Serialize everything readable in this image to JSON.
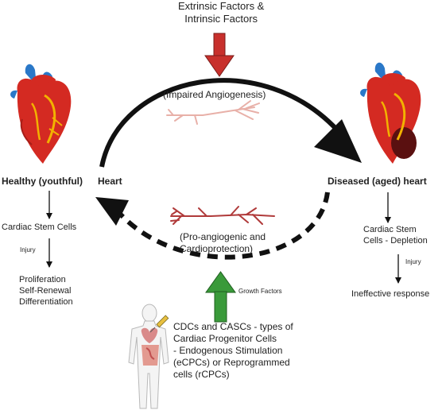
{
  "top_factors": "Extrinsic Factors &\nIntrinsic Factors",
  "impaired": "(Impaired Angiogenesis)",
  "pro_angiogenic": "(Pro-angiogenic and\nCardioprotection)",
  "growth_factors": "Growth Factors",
  "left": {
    "title": "Healthy (youthful)",
    "title_heart": "Heart",
    "stem_cells": "Cardiac Stem Cells",
    "injury": "Injury",
    "outcome": "Proliferation\nSelf-Renewal\nDifferentiation"
  },
  "right": {
    "title": "Diseased (aged) heart",
    "stem_cells": "Cardiac Stem\nCells  - Depletion",
    "injury": "Injury",
    "outcome": "Ineffective response"
  },
  "bottom": {
    "title": "CDCs and CASCs",
    "rest": " - types of\nCardiac Progenitor Cells\n- Endogenous Stimulation\n(eCPCs) or Reprogrammed\ncells (rCPCs)"
  },
  "colors": {
    "heart_red": "#d42a22",
    "artery_blue": "#2a78c8",
    "vessel_pink": "#e8b0a8",
    "vessel_dark": "#b03a3a",
    "arrow_red": "#c8302c",
    "arrow_green": "#3a9a3a",
    "cycle_black": "#111111"
  }
}
